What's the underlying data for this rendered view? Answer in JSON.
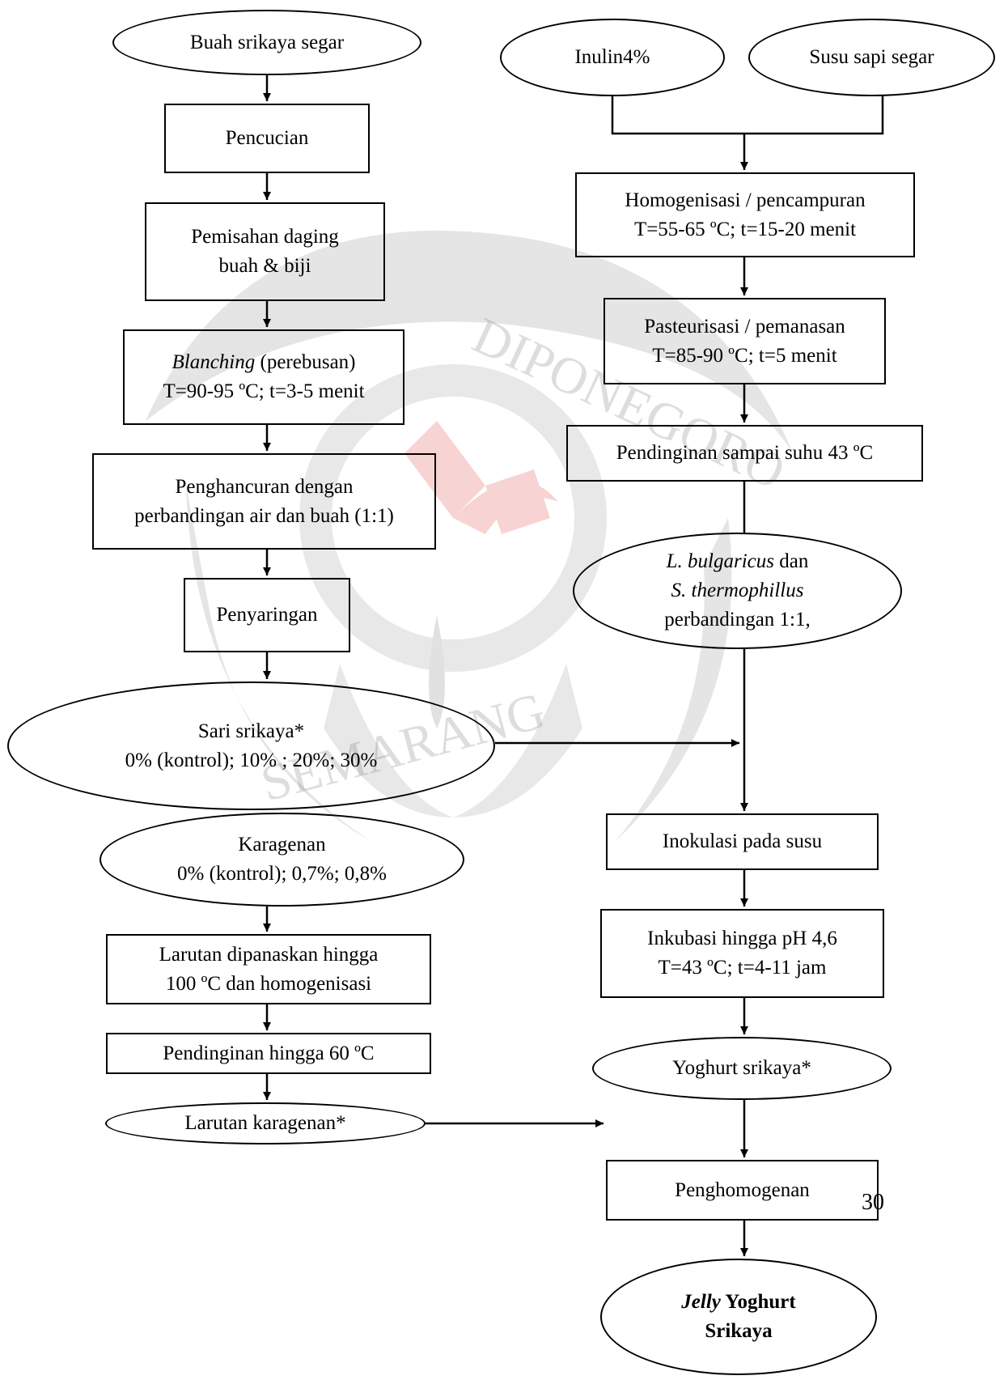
{
  "page_number": "30",
  "left_flow": {
    "buah": "Buah srikaya segar",
    "pencucian": "Pencucian",
    "pemisahan_1": "Pemisahan daging",
    "pemisahan_2": "buah & biji",
    "blanching_italic": "Blanching",
    "blanching_rest": " (perebusan)",
    "blanching_cond": "T=90-95 ºC; t=3-5 menit",
    "penghancuran_1": "Penghancuran dengan",
    "penghancuran_2": "perbandingan air dan buah (1:1)",
    "penyaringan": "Penyaringan",
    "sari_1": "Sari srikaya*",
    "sari_2": "0% (kontrol); 10% ; 20%; 30%",
    "karagenan_1": "Karagenan",
    "karagenan_2": "0% (kontrol); 0,7%; 0,8%",
    "larutan_1": "Larutan dipanaskan hingga",
    "larutan_2": "100 ºC dan homogenisasi",
    "pendinginan_60": "Pendinginan hingga 60 ºC",
    "larutan_karagenan": "Larutan karagenan*"
  },
  "right_flow": {
    "inulin": "Inulin4%",
    "susu": "Susu sapi segar",
    "homog_1": "Homogenisasi / pencampuran",
    "homog_2": "T=55-65 ºC; t=15-20 menit",
    "pasteur_1": "Pasteurisasi / pemanasan",
    "pasteur_2": "T=85-90 ºC; t=5 menit",
    "pendinginan_43": "Pendinginan sampai suhu 43 ºC",
    "starter_1a": "L. bulgaricus",
    "starter_1b": " dan",
    "starter_2": "S. thermophillus",
    "starter_3": "perbandingan 1:1,",
    "inokulasi": "Inokulasi pada susu",
    "inkubasi_1": "Inkubasi hingga pH 4,6",
    "inkubasi_2": "T=43 ºC; t=4-11 jam",
    "yoghurt": "Yoghurt srikaya*",
    "penghomogenan": "Penghomogenan",
    "final_italic": "Jelly",
    "final_1_rest": " Yoghurt",
    "final_2": "Srikaya"
  },
  "colors": {
    "watermark_red": "#ee6f6f",
    "watermark_gray": "#cfcfcf"
  }
}
